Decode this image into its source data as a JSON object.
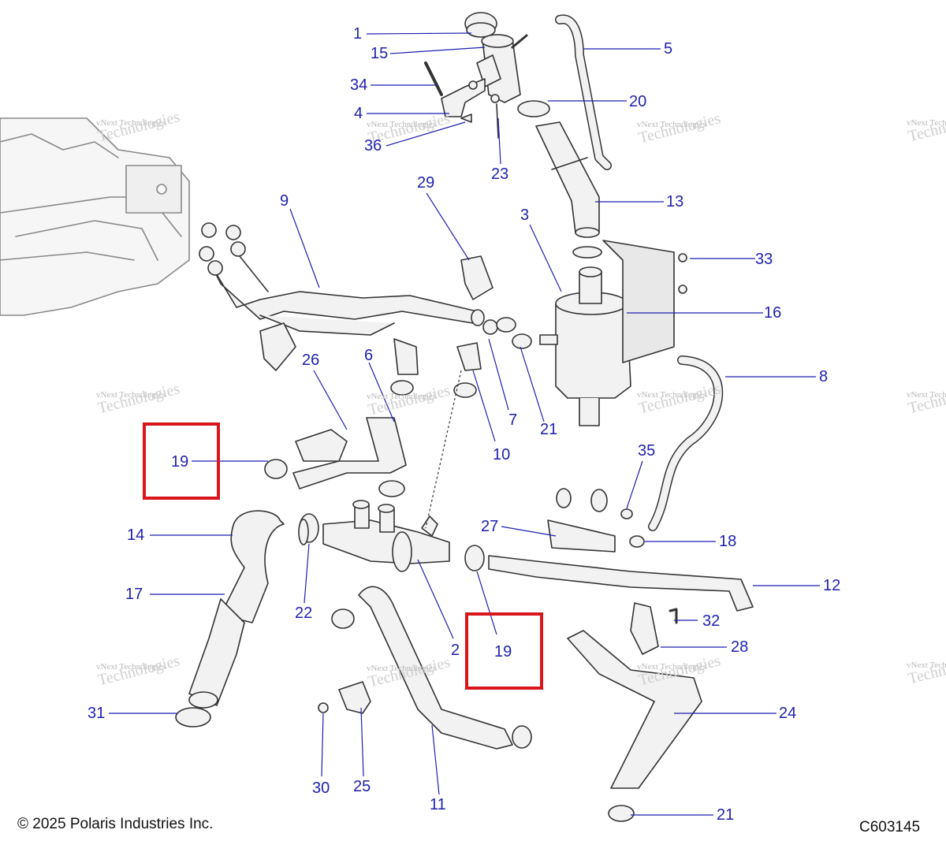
{
  "labels": {
    "l1": "1",
    "l2": "2",
    "l3": "3",
    "l4": "4",
    "l5": "5",
    "l6": "6",
    "l7": "7",
    "l8": "8",
    "l9": "9",
    "l10": "10",
    "l11": "11",
    "l12": "12",
    "l13": "13",
    "l14": "14",
    "l15": "15",
    "l16": "16",
    "l17": "17",
    "l18": "18",
    "l19a": "19",
    "l19b": "19",
    "l20": "20",
    "l21a": "21",
    "l21b": "21",
    "l22": "22",
    "l23": "23",
    "l24": "24",
    "l25": "25",
    "l26": "26",
    "l27": "27",
    "l28": "28",
    "l29": "29",
    "l30": "30",
    "l31": "31",
    "l32": "32",
    "l33": "33",
    "l34": "34",
    "l35": "35",
    "l36": "36"
  },
  "watermark": {
    "small": "vNext Technologies",
    "big": "Technologies"
  },
  "footer": {
    "copyright": "© 2025 Polaris Industries Inc.",
    "code": "C603145"
  },
  "colors": {
    "label": "#1f1fb0",
    "highlight": "#d9161c"
  }
}
